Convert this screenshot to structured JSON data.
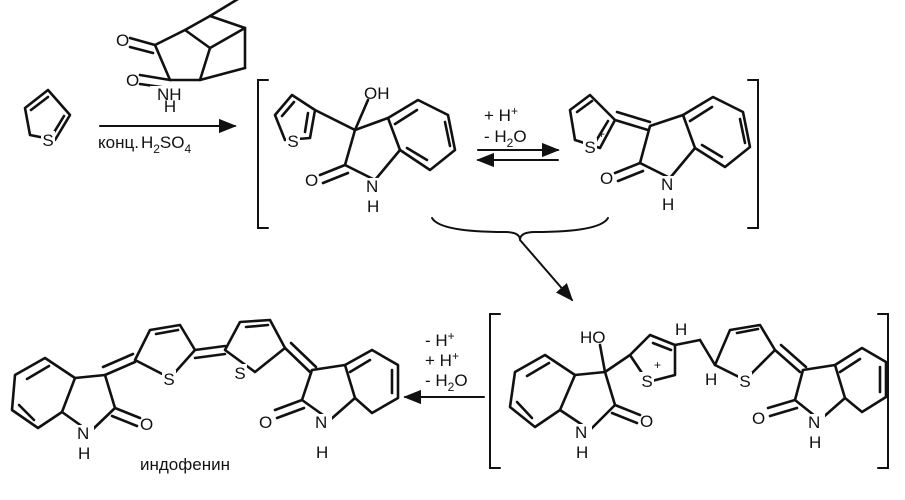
{
  "atoms": {
    "S": "S",
    "O": "O",
    "N": "N",
    "H": "H",
    "OH": "OH",
    "HO": "HO",
    "NH": "NH",
    "plus": "+"
  },
  "step1": {
    "condition_conc": "конц.",
    "condition_acid": "H",
    "acid_sub2": "2",
    "acid_so": "SO",
    "acid_sub4": "4"
  },
  "equilibrium": {
    "plus_h_line": "+ H",
    "plus_h_charge": "+",
    "minus_h2o_line": "- H",
    "h2o_sub": "2",
    "h2o_o": "O"
  },
  "final_step": {
    "minus_h": "- H",
    "plus_h": "+ H",
    "charge": "+",
    "minus_h2o": "- H",
    "h2o_sub": "2",
    "h2o_o": "O"
  },
  "product_name": "индофенин"
}
